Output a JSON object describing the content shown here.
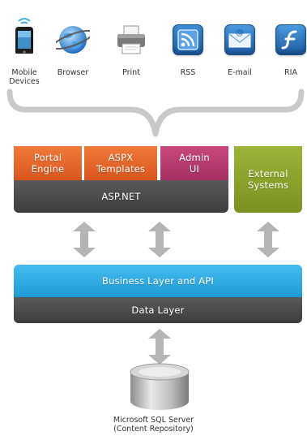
{
  "clients": [
    {
      "label_line1": "Mobile",
      "label_line2": "Devices",
      "icon": "mobile-device-icon"
    },
    {
      "label_line1": "Browser",
      "label_line2": "",
      "icon": "browser-globe-icon"
    },
    {
      "label_line1": "Print",
      "label_line2": "",
      "icon": "printer-icon"
    },
    {
      "label_line1": "RSS",
      "label_line2": "",
      "icon": "rss-icon"
    },
    {
      "label_line1": "E-mail",
      "label_line2": "",
      "icon": "email-icon"
    },
    {
      "label_line1": "RIA",
      "label_line2": "",
      "icon": "ria-flash-icon"
    }
  ],
  "stack": {
    "portal_engine": "Portal\nEngine",
    "aspx_templates": "ASPX\nTemplates",
    "admin_ui": "Admin\nUI",
    "aspnet": "ASP.NET",
    "external_systems": "External\nSystems",
    "business_layer": "Business Layer and API",
    "data_layer": "Data Layer"
  },
  "database": {
    "label_line1": "Microsoft SQL Server",
    "label_line2": "(Content Repository)",
    "icon": "database-icon"
  },
  "colors": {
    "orange": "#e8622a",
    "magenta": "#b83a6c",
    "green": "#8aa128",
    "dark_gray": "#4b4b4b",
    "cyan": "#2aa9e0",
    "arrow_gray": "#b5b5b5"
  }
}
